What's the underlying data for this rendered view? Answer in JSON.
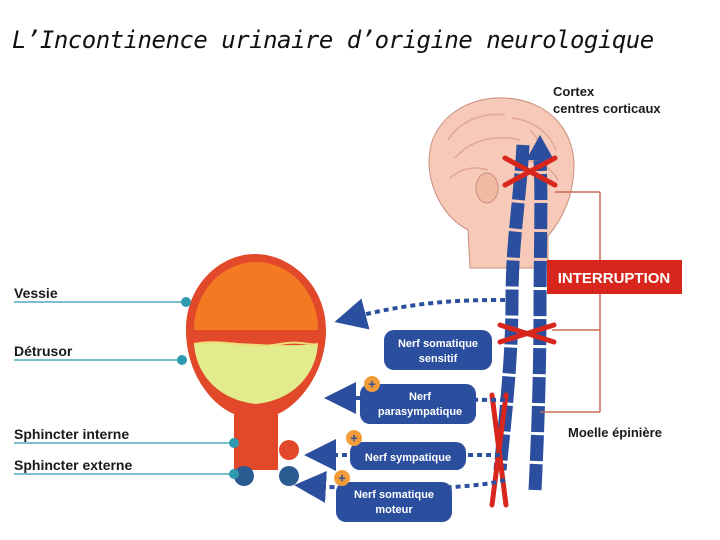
{
  "title": "L’Incontinence urinaire d’origine neurologique",
  "labels": {
    "cortex_line1": "Cortex",
    "cortex_line2": "centres corticaux",
    "interruption": "INTERRUPTION",
    "moelle": "Moelle épinière",
    "vessie": "Vessie",
    "detrusor": "Détrusor",
    "sphincter_interne": "Sphincter interne",
    "sphincter_externe": "Sphincter externe"
  },
  "nerves": {
    "somatique_sensitif_1": "Nerf somatique",
    "somatique_sensitif_2": "sensitif",
    "parasympathique_1": "Nerf",
    "parasympathique_2": "parasympatique",
    "sympathique": "Nerf sympatique",
    "somatique_moteur_1": "Nerf somatique",
    "somatique_moteur_2": "moteur"
  },
  "colors": {
    "nerve_blue": "#2b4f9e",
    "interruption_red": "#d8261c",
    "bladder_orange": "#f37a23",
    "detrusor_green": "#e3ec8c",
    "bladder_wall": "#e2492a",
    "skin": "#f6c9b8",
    "label_line": "#2e9ab0"
  }
}
